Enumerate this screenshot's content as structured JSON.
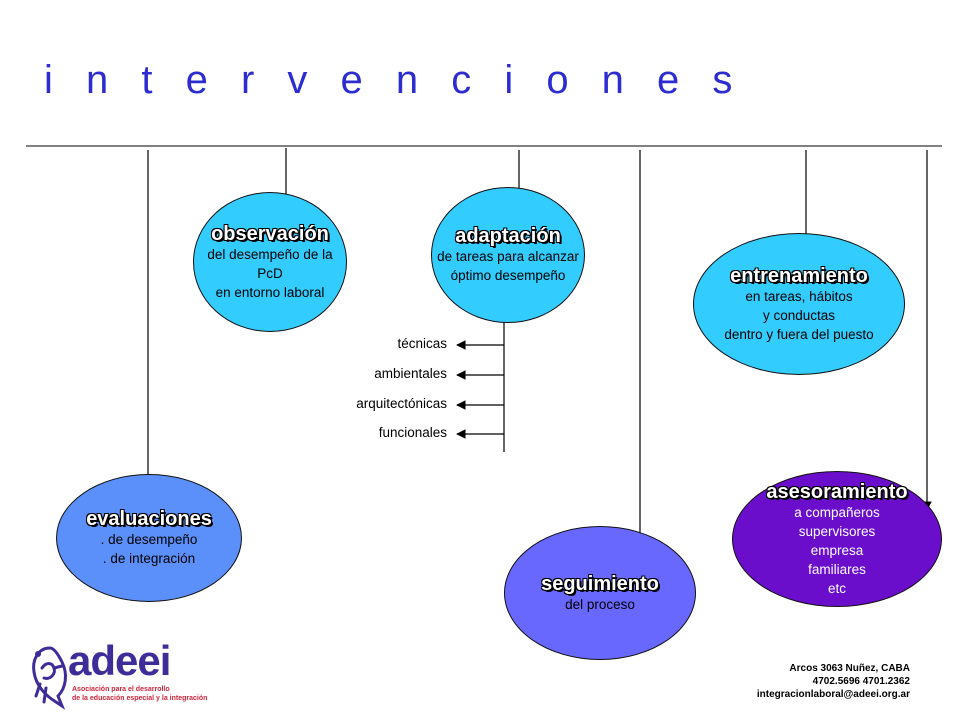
{
  "title": "i n t e r v e n c i o n e s",
  "nodes": {
    "observacion": {
      "heading": "observación",
      "lines": [
        "del desempeño de la",
        "PcD",
        "en entorno laboral"
      ],
      "fill": "#33ccff"
    },
    "adaptacion": {
      "heading": "adaptación",
      "lines": [
        "de tareas para alcanzar",
        "óptimo desempeño"
      ],
      "fill": "#33ccff"
    },
    "entrenamiento": {
      "heading": "entrenamiento",
      "lines": [
        "en tareas, hábitos",
        "y conductas",
        "dentro y fuera del puesto"
      ],
      "fill": "#33ccff"
    },
    "evaluaciones": {
      "heading": "evaluaciones",
      "lines": [
        ". de desempeño",
        ". de integración"
      ],
      "fill": "#5b8ff9"
    },
    "seguimiento": {
      "heading": "seguimiento",
      "lines": [
        "del proceso"
      ],
      "fill": "#6868ff"
    },
    "asesoramiento": {
      "heading": "asesoramiento",
      "lines": [
        "a compañeros",
        "supervisores",
        "empresa",
        "familiares",
        "etc"
      ],
      "fill": "#6a0ecc"
    }
  },
  "adaptation_types": [
    "técnicas",
    "ambientales",
    "arquitectónicas",
    "funcionales"
  ],
  "logo": {
    "name": "adeei",
    "tagline": [
      "Asociación para el desarrollo",
      "de la educación especial y la integración"
    ],
    "colors": {
      "primary": "#3e2c98",
      "accent": "#d0243b"
    }
  },
  "contact": {
    "address": "Arcos 3063 Nuñez, CABA",
    "phones": "4702.5696 4701.2362",
    "email": "integracionlaboral@adeei.org.ar"
  },
  "colors": {
    "title": "#2c2cd0",
    "line": "#000000"
  }
}
